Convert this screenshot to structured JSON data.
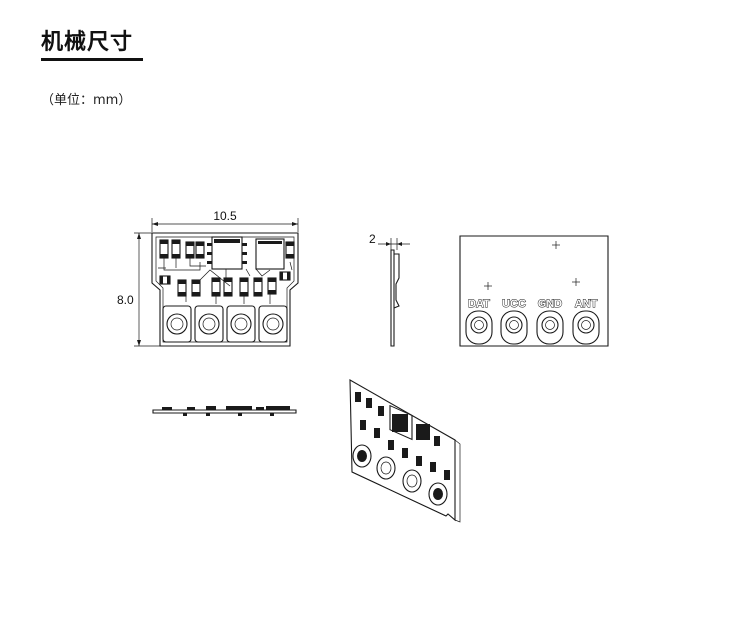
{
  "header": {
    "title": "机械尺寸",
    "unit_note": "（单位：mm）"
  },
  "dimensions": {
    "width": "10.5",
    "height": "8.0",
    "thickness": "2"
  },
  "pins": [
    "DAT",
    "UCC",
    "GND",
    "ANT"
  ]
}
